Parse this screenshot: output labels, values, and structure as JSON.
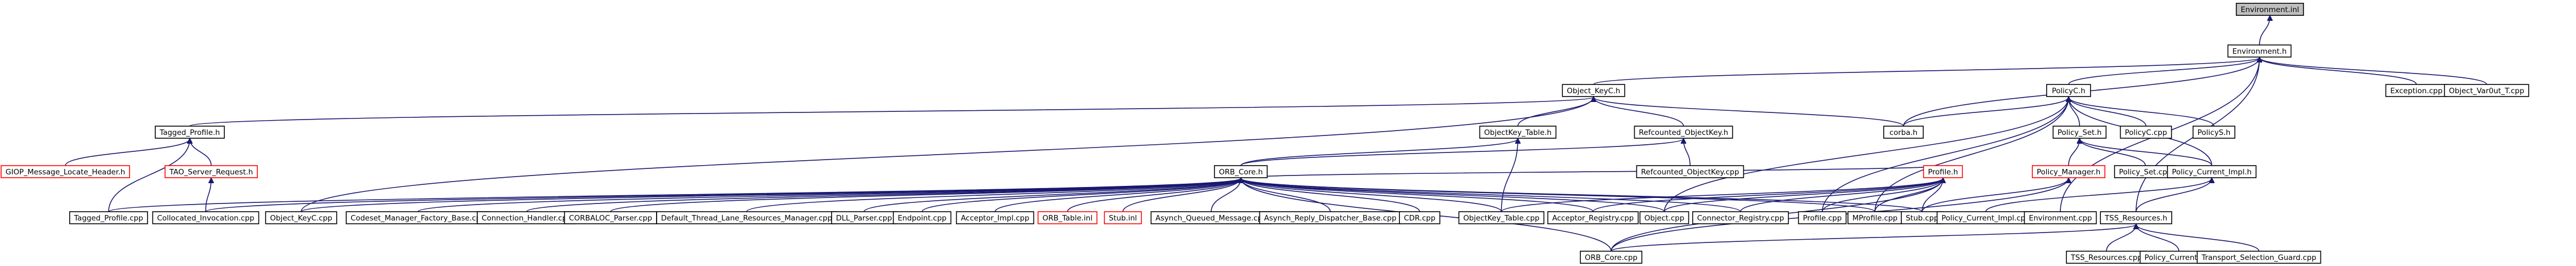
{
  "graph": {
    "colors": {
      "edge": "#191970",
      "root_fill": "#bfbfbf",
      "missing": "#ff0000"
    },
    "nodes": [
      {
        "id": "env_inl",
        "label": "Environment.inl",
        "root": true
      },
      {
        "id": "env_h",
        "label": "Environment.h"
      },
      {
        "id": "object_keyc_h",
        "label": "Object_KeyC.h"
      },
      {
        "id": "policyc_h",
        "label": "PolicyC.h"
      },
      {
        "id": "exception_cpp",
        "label": "Exception.cpp"
      },
      {
        "id": "object_varout_t_cpp",
        "label": "Object_Var0ut_T.cpp"
      },
      {
        "id": "tagged_profile_h",
        "label": "Tagged_Profile.h"
      },
      {
        "id": "objectkey_table_h",
        "label": "ObjectKey_Table.h"
      },
      {
        "id": "refcounted_objectkey_h",
        "label": "Refcounted_ObjectKey.h"
      },
      {
        "id": "corba_h",
        "label": "corba.h"
      },
      {
        "id": "policy_set_h",
        "label": "Policy_Set.h"
      },
      {
        "id": "policyc_cpp",
        "label": "PolicyC.cpp"
      },
      {
        "id": "policys_h",
        "label": "PolicyS.h"
      },
      {
        "id": "giop_header_h",
        "label": "GIOP_Message_Locate_Header.h",
        "missing": true
      },
      {
        "id": "tao_server_request_h",
        "label": "TAO_Server_Request.h",
        "missing": true
      },
      {
        "id": "orb_core_h",
        "label": "ORB_Core.h"
      },
      {
        "id": "refcounted_objectkey_cpp",
        "label": "Refcounted_ObjectKey.cpp"
      },
      {
        "id": "profile_h",
        "label": "Profile.h",
        "missing": true
      },
      {
        "id": "policy_manager_h",
        "label": "Policy_Manager.h",
        "missing": true
      },
      {
        "id": "policy_set_cpp",
        "label": "Policy_Set.cpp"
      },
      {
        "id": "policy_current_impl_h",
        "label": "Policy_Current_Impl.h"
      },
      {
        "id": "tagged_profile_cpp",
        "label": "Tagged_Profile.cpp"
      },
      {
        "id": "collocated_invocation_cpp",
        "label": "Collocated_Invocation.cpp"
      },
      {
        "id": "object_keyc_cpp",
        "label": "Object_KeyC.cpp"
      },
      {
        "id": "codeset_manager_factory_base_cpp",
        "label": "Codeset_Manager_Factory_Base.cpp"
      },
      {
        "id": "connection_handler_cpp",
        "label": "Connection_Handler.cpp"
      },
      {
        "id": "corbaloc_parser_cpp",
        "label": "CORBALOC_Parser.cpp"
      },
      {
        "id": "default_thread_lane_cpp",
        "label": "Default_Thread_Lane_Resources_Manager.cpp"
      },
      {
        "id": "dll_parser_cpp",
        "label": "DLL_Parser.cpp"
      },
      {
        "id": "endpoint_cpp",
        "label": "Endpoint.cpp"
      },
      {
        "id": "acceptor_impl_cpp",
        "label": "Acceptor_Impl.cpp"
      },
      {
        "id": "orb_table_inl",
        "label": "ORB_Table.inl",
        "missing": true
      },
      {
        "id": "stub_inl",
        "label": "Stub.inl",
        "missing": true
      },
      {
        "id": "asynch_queued_message_cpp",
        "label": "Asynch_Queued_Message.cpp"
      },
      {
        "id": "asynch_reply_dispatcher_base_cpp",
        "label": "Asynch_Reply_Dispatcher_Base.cpp"
      },
      {
        "id": "cdr_cpp",
        "label": "CDR.cpp"
      },
      {
        "id": "objectkey_table_cpp",
        "label": "ObjectKey_Table.cpp"
      },
      {
        "id": "acceptor_registry_cpp",
        "label": "Acceptor_Registry.cpp"
      },
      {
        "id": "object_cpp",
        "label": "Object.cpp"
      },
      {
        "id": "connector_registry_cpp",
        "label": "Connector_Registry.cpp"
      },
      {
        "id": "profile_cpp",
        "label": "Profile.cpp"
      },
      {
        "id": "mprofile_cpp",
        "label": "MProfile.cpp"
      },
      {
        "id": "stub_cpp",
        "label": "Stub.cpp"
      },
      {
        "id": "policy_current_impl_cpp",
        "label": "Policy_Current_Impl.cpp"
      },
      {
        "id": "environment_cpp",
        "label": "Environment.cpp"
      },
      {
        "id": "tss_resources_h",
        "label": "TSS_Resources.h"
      },
      {
        "id": "orb_core_cpp",
        "label": "ORB_Core.cpp"
      },
      {
        "id": "tss_resources_cpp",
        "label": "TSS_Resources.cpp"
      },
      {
        "id": "policy_current_cpp",
        "label": "Policy_Current.cpp"
      },
      {
        "id": "transport_selection_guard_cpp",
        "label": "Transport_Selection_Guard.cpp"
      }
    ],
    "edges": [
      [
        "env_h",
        "env_inl"
      ],
      [
        "object_keyc_h",
        "env_h"
      ],
      [
        "policyc_h",
        "env_h"
      ],
      [
        "exception_cpp",
        "env_h"
      ],
      [
        "object_varout_t_cpp",
        "env_h"
      ],
      [
        "corba_h",
        "env_h"
      ],
      [
        "environment_cpp",
        "env_h"
      ],
      [
        "tss_resources_h",
        "env_h"
      ],
      [
        "tagged_profile_h",
        "object_keyc_h"
      ],
      [
        "objectkey_table_h",
        "object_keyc_h"
      ],
      [
        "refcounted_objectkey_h",
        "object_keyc_h"
      ],
      [
        "corba_h",
        "object_keyc_h"
      ],
      [
        "object_keyc_cpp",
        "object_keyc_h"
      ],
      [
        "corba_h",
        "policyc_h"
      ],
      [
        "policy_set_h",
        "policyc_h"
      ],
      [
        "policyc_cpp",
        "policyc_h"
      ],
      [
        "policys_h",
        "policyc_h"
      ],
      [
        "policy_current_impl_h",
        "policyc_h"
      ],
      [
        "profile_cpp",
        "policyc_h"
      ],
      [
        "mprofile_cpp",
        "policyc_h"
      ],
      [
        "object_cpp",
        "policyc_h"
      ],
      [
        "giop_header_h",
        "tagged_profile_h"
      ],
      [
        "tao_server_request_h",
        "tagged_profile_h"
      ],
      [
        "tagged_profile_cpp",
        "tagged_profile_h"
      ],
      [
        "collocated_invocation_cpp",
        "tao_server_request_h"
      ],
      [
        "orb_core_h",
        "objectkey_table_h"
      ],
      [
        "objectkey_table_cpp",
        "objectkey_table_h"
      ],
      [
        "orb_core_h",
        "refcounted_objectkey_h"
      ],
      [
        "refcounted_objectkey_cpp",
        "refcounted_objectkey_h"
      ],
      [
        "policy_manager_h",
        "policy_set_h"
      ],
      [
        "policy_set_cpp",
        "policy_set_h"
      ],
      [
        "policy_current_impl_h",
        "policy_set_h"
      ],
      [
        "policy_current_impl_cpp",
        "policy_current_impl_h"
      ],
      [
        "tss_resources_h",
        "policy_current_impl_h"
      ],
      [
        "tagged_profile_cpp",
        "orb_core_h"
      ],
      [
        "collocated_invocation_cpp",
        "orb_core_h"
      ],
      [
        "object_keyc_cpp",
        "orb_core_h"
      ],
      [
        "codeset_manager_factory_base_cpp",
        "orb_core_h"
      ],
      [
        "connection_handler_cpp",
        "orb_core_h"
      ],
      [
        "corbaloc_parser_cpp",
        "orb_core_h"
      ],
      [
        "default_thread_lane_cpp",
        "orb_core_h"
      ],
      [
        "dll_parser_cpp",
        "orb_core_h"
      ],
      [
        "endpoint_cpp",
        "orb_core_h"
      ],
      [
        "acceptor_impl_cpp",
        "orb_core_h"
      ],
      [
        "orb_table_inl",
        "orb_core_h"
      ],
      [
        "stub_inl",
        "orb_core_h"
      ],
      [
        "asynch_queued_message_cpp",
        "orb_core_h"
      ],
      [
        "asynch_reply_dispatcher_base_cpp",
        "orb_core_h"
      ],
      [
        "cdr_cpp",
        "orb_core_h"
      ],
      [
        "objectkey_table_cpp",
        "orb_core_h"
      ],
      [
        "acceptor_registry_cpp",
        "orb_core_h"
      ],
      [
        "object_cpp",
        "orb_core_h"
      ],
      [
        "connector_registry_cpp",
        "orb_core_h"
      ],
      [
        "mprofile_cpp",
        "orb_core_h"
      ],
      [
        "stub_cpp",
        "orb_core_h"
      ],
      [
        "profile_h",
        "orb_core_h"
      ],
      [
        "orb_core_cpp",
        "orb_core_h"
      ],
      [
        "objectkey_table_cpp",
        "profile_h"
      ],
      [
        "acceptor_registry_cpp",
        "profile_h"
      ],
      [
        "object_cpp",
        "profile_h"
      ],
      [
        "connector_registry_cpp",
        "profile_h"
      ],
      [
        "profile_cpp",
        "profile_h"
      ],
      [
        "mprofile_cpp",
        "profile_h"
      ],
      [
        "stub_cpp",
        "profile_h"
      ],
      [
        "orb_core_cpp",
        "profile_h"
      ],
      [
        "stub_cpp",
        "policy_manager_h"
      ],
      [
        "orb_core_cpp",
        "policy_manager_h"
      ],
      [
        "orb_core_cpp",
        "tss_resources_h"
      ],
      [
        "tss_resources_cpp",
        "tss_resources_h"
      ],
      [
        "policy_current_cpp",
        "tss_resources_h"
      ],
      [
        "transport_selection_guard_cpp",
        "tss_resources_h"
      ]
    ]
  }
}
